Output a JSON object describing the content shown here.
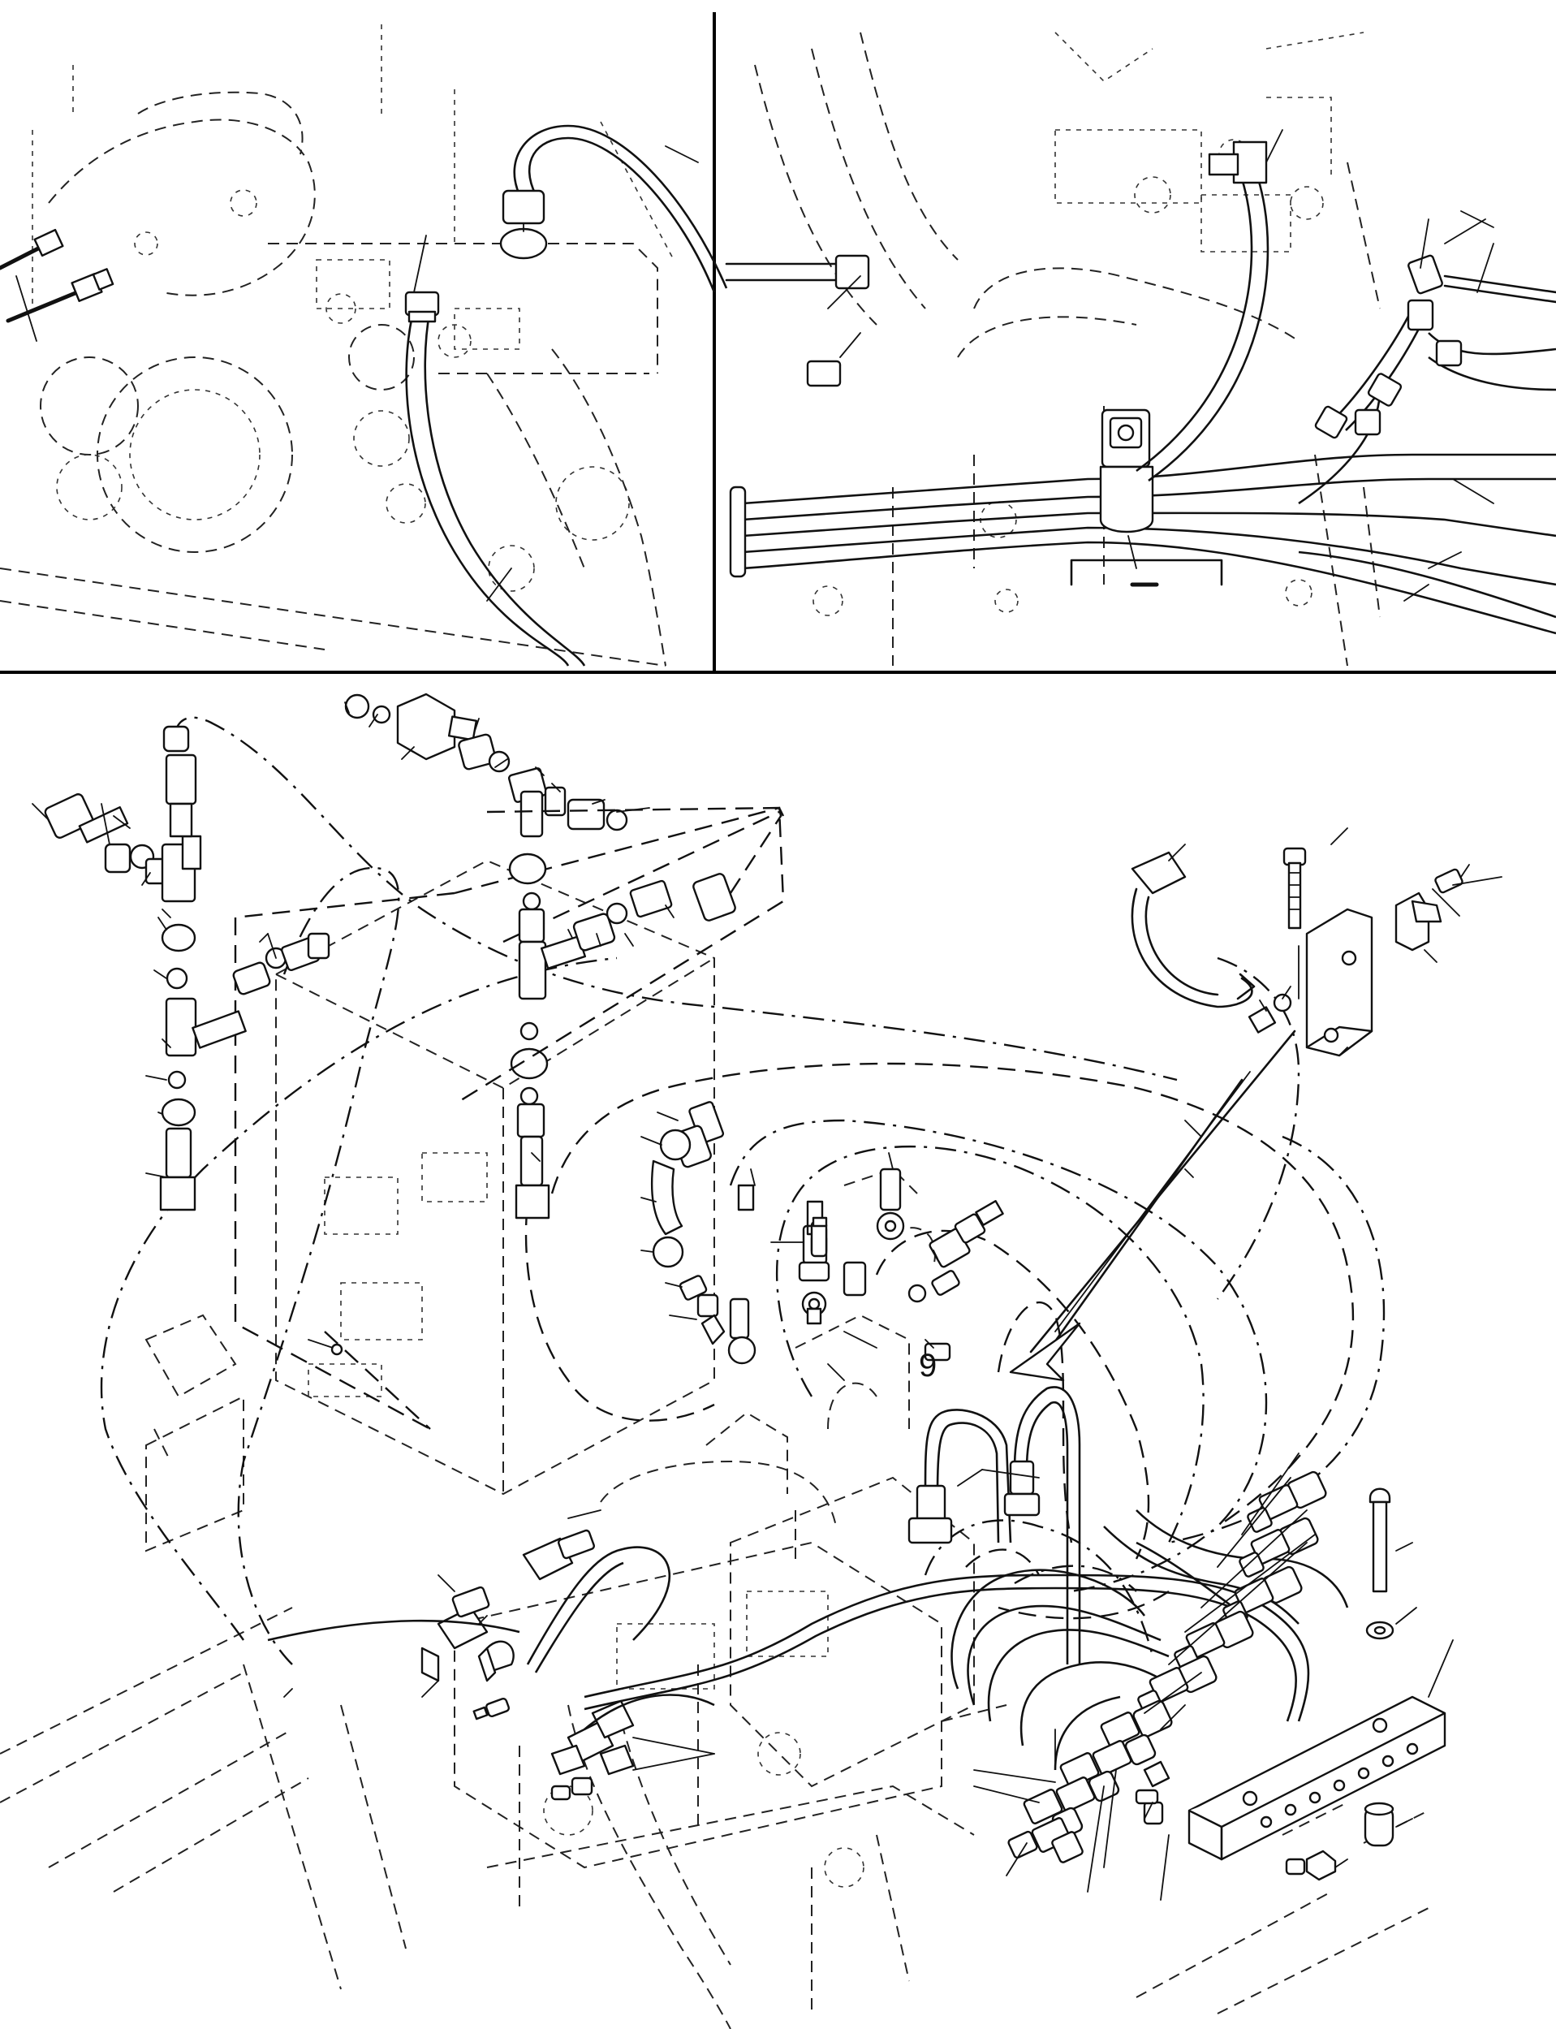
{
  "figure": {
    "callout_number": "9",
    "colors": {
      "ink": "#111111",
      "paper": "#ffffff"
    },
    "panels": [
      "top-left-detail-view",
      "top-right-detail-view",
      "main-exploded-view"
    ]
  }
}
